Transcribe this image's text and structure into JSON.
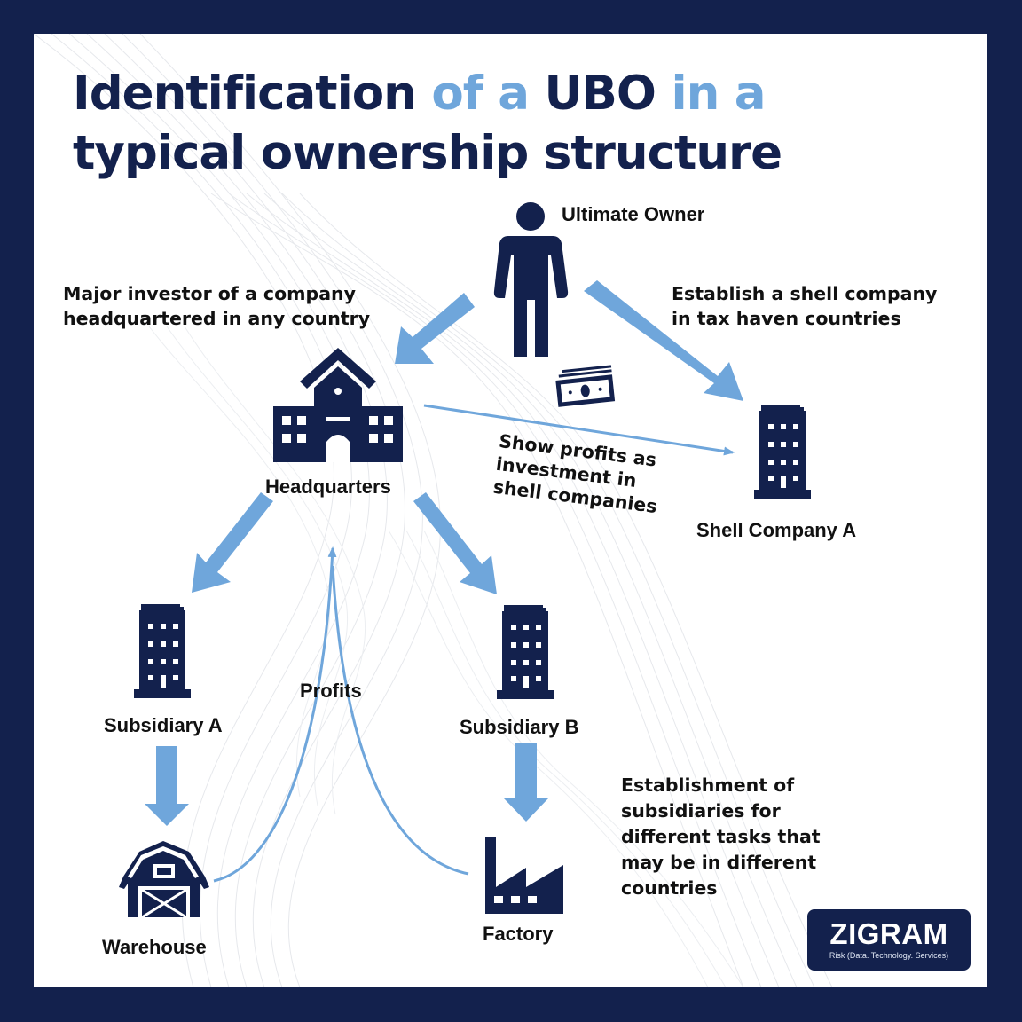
{
  "title": {
    "line1_part1": "Identification ",
    "line1_part2": "of a ",
    "line1_part3": "UBO ",
    "line1_part4": "in a",
    "line2": "typical ownership structure"
  },
  "colors": {
    "navy": "#13214d",
    "light_blue": "#6fa6db",
    "text": "#111111",
    "background": "#ffffff"
  },
  "nodes": {
    "ultimate_owner": {
      "label": "Ultimate Owner",
      "icon": "person-icon"
    },
    "headquarters": {
      "label": "Headquarters",
      "icon": "school-building-icon"
    },
    "shell_company_a": {
      "label": "Shell Company A",
      "icon": "office-building-icon"
    },
    "subsidiary_a": {
      "label": "Subsidiary A",
      "icon": "office-building-icon"
    },
    "subsidiary_b": {
      "label": "Subsidiary B",
      "icon": "office-building-icon"
    },
    "warehouse": {
      "label": "Warehouse",
      "icon": "barn-icon"
    },
    "factory": {
      "label": "Factory",
      "icon": "factory-icon"
    }
  },
  "annotations": {
    "major_investor": [
      "Major investor of a company",
      "headquartered in any country"
    ],
    "establish_shell": [
      "Establish a shell company",
      "in tax haven countries"
    ],
    "show_profits": [
      "Show profits as",
      "investment in",
      "shell companies"
    ],
    "profits": "Profits",
    "establishment": [
      "Establishment of",
      "subsidiaries for",
      "different tasks that",
      "may be in different",
      "countries"
    ]
  },
  "edges": [
    {
      "from": "Ultimate Owner",
      "to": "Headquarters",
      "style": "thick-arrow"
    },
    {
      "from": "Ultimate Owner",
      "to": "Shell Company A",
      "style": "thick-arrow"
    },
    {
      "from": "Headquarters",
      "to": "Shell Company A",
      "style": "thin-arrow",
      "label": "Show profits as investment in shell companies",
      "icon": "money-icon"
    },
    {
      "from": "Headquarters",
      "to": "Subsidiary A",
      "style": "thick-arrow"
    },
    {
      "from": "Headquarters",
      "to": "Subsidiary B",
      "style": "thick-arrow"
    },
    {
      "from": "Subsidiary A",
      "to": "Warehouse",
      "style": "thick-arrow"
    },
    {
      "from": "Subsidiary B",
      "to": "Factory",
      "style": "thick-arrow"
    },
    {
      "from": "Warehouse",
      "to": "Headquarters",
      "style": "thin-curve",
      "label": "Profits"
    },
    {
      "from": "Factory",
      "to": "Headquarters",
      "style": "thin-curve",
      "label": "Profits"
    }
  ],
  "logo": {
    "brand": "ZIGRAM",
    "tagline": "Risk (Data. Technology. Services)"
  }
}
